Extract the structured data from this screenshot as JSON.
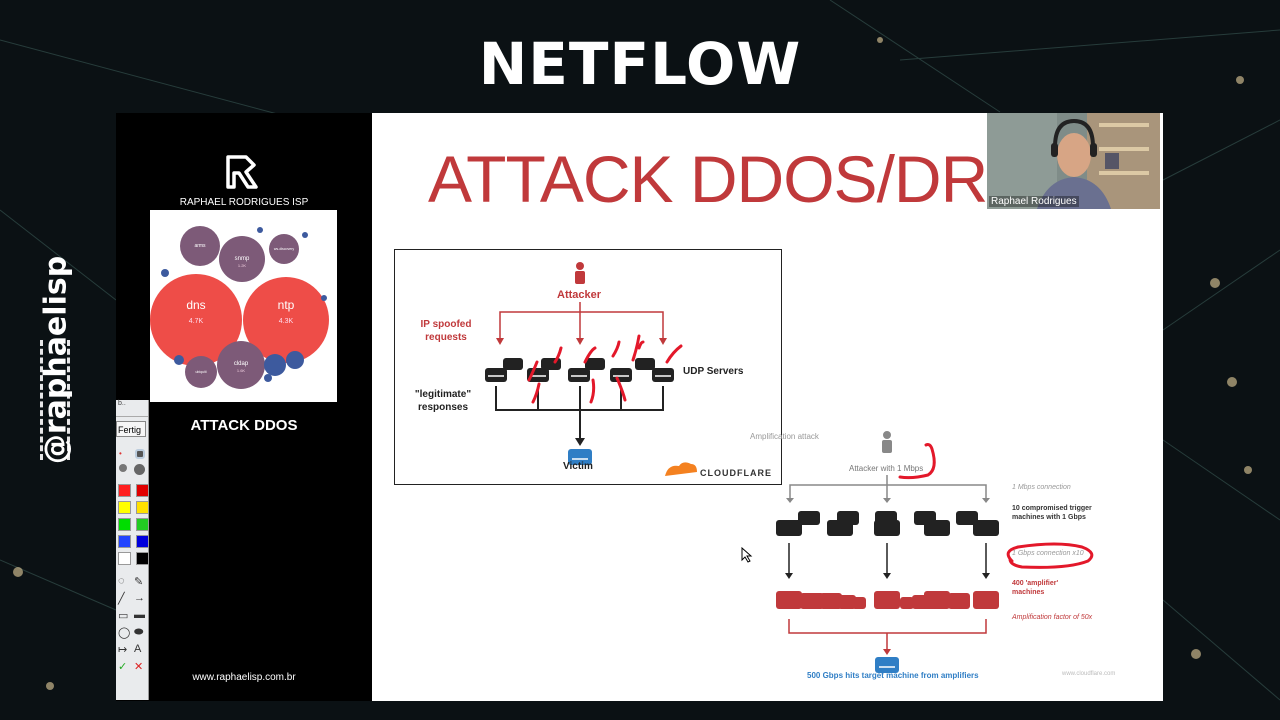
{
  "header": {
    "title": "NETFLOW"
  },
  "side_handle": "@raphaelisp",
  "sidebar": {
    "brand": "RAPHAEL RODRIGUES ISP",
    "section_label": "ATTACK DDOS",
    "website": "www.raphaelisp.com.br",
    "bubbles": [
      {
        "label": "dns",
        "value": "4.7K"
      },
      {
        "label": "ntp",
        "value": "4.3K"
      },
      {
        "label": "snmp",
        "value": "1.2K"
      },
      {
        "label": "arms",
        "value": ""
      },
      {
        "label": "ws-discovery",
        "value": ""
      },
      {
        "label": "cldap",
        "value": "1.6K"
      },
      {
        "label": "ubiquiti",
        "value": ""
      }
    ]
  },
  "toolbar": {
    "button_label": "Fertig",
    "colors": [
      "#ff2020",
      "#e00000",
      "#ffff00",
      "#ffe000",
      "#00dd00",
      "#22cc22",
      "#2244ff",
      "#0000dd",
      "#ffffff",
      "#000000"
    ]
  },
  "slide": {
    "title": "ATTACK DDOS/DRE",
    "diagram1": {
      "attacker": "Attacker",
      "ip_spoofed": "IP spoofed requests",
      "udp_servers": "UDP Servers",
      "legit": "\"legitimate\" responses",
      "victim": "Victim",
      "brand": "CLOUDFLARE"
    },
    "diagram2": {
      "title": "Amplification attack",
      "attacker": "Attacker with 1 Mbps",
      "conn1": "1 Mbps connection",
      "trigger": "10 compromised trigger machines with 1 Gbps",
      "conn2": "1 Gbps connection x10",
      "amplifiers": "400 'amplifier' machines",
      "factor": "Amplification factor of 50x",
      "result": "500 Gbps hits target machine from amplifiers",
      "credit": "www.cloudflare.com"
    }
  },
  "webcam": {
    "name": "Raphael Rodrigues"
  }
}
